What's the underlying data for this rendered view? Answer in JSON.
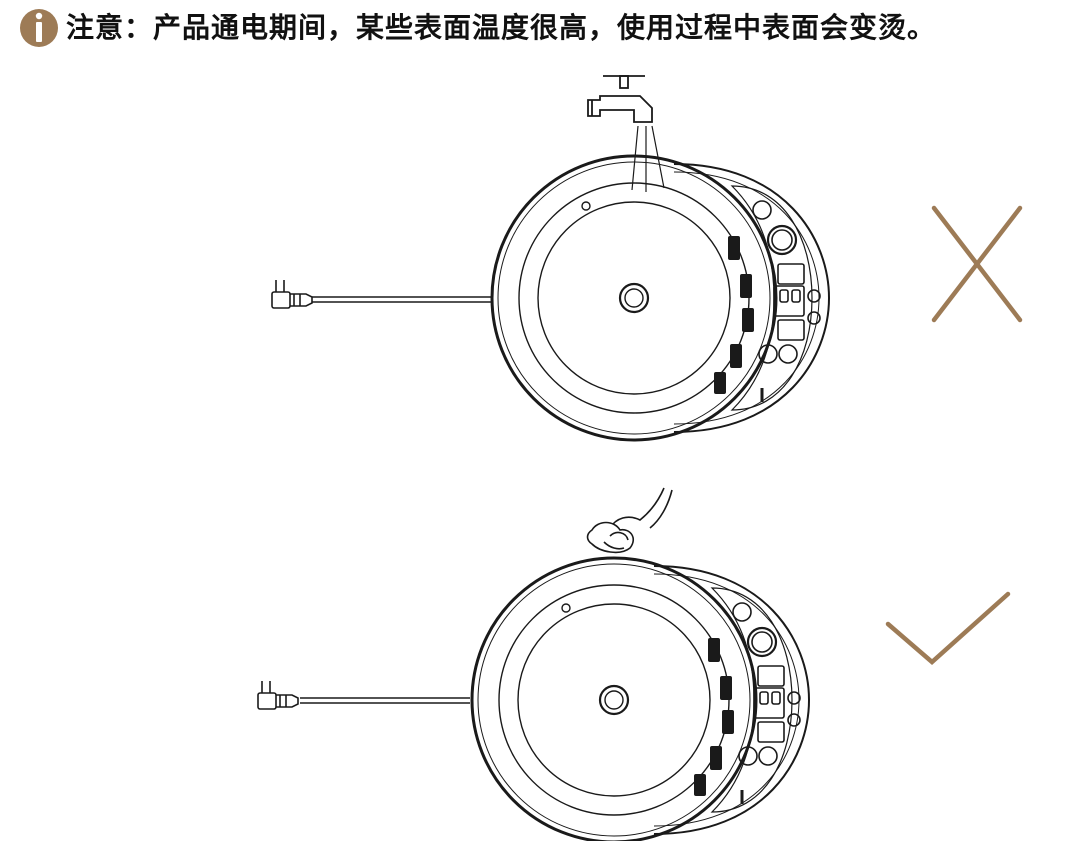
{
  "notice": {
    "icon": "info-icon",
    "icon_color": "#9d7b56",
    "text": "注意：产品通电期间，某些表面温度很高，使用过程中表面会变烫。"
  },
  "scenes": [
    {
      "action": "water-tap-rinse",
      "verdict": "wrong",
      "verdict_icon": "cross-icon"
    },
    {
      "action": "cloth-wipe",
      "verdict": "correct",
      "verdict_icon": "check-icon"
    }
  ],
  "colors": {
    "accent": "#9d7b56",
    "line": "#1a1a1a"
  }
}
